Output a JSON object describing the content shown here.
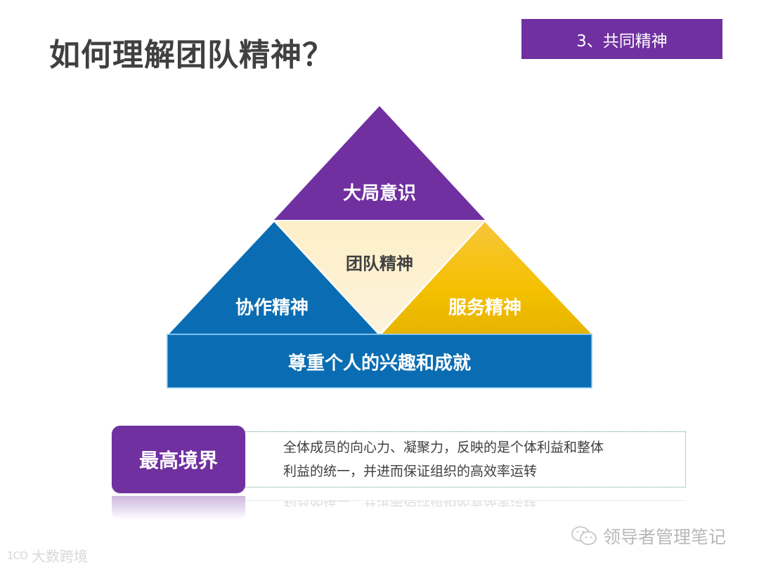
{
  "slide": {
    "title": "如何理解团队精神？",
    "section_badge": "3、共同精神",
    "colors": {
      "purple": "#7030a0",
      "blue": "#0a6eb4",
      "yellow": "#f2bf00",
      "cream": "#fdf0cc",
      "title_text": "#404040"
    }
  },
  "pyramid": {
    "top": "大局意识",
    "center": "团队精神",
    "left": "协作精神",
    "right": "服务精神",
    "base": "尊重个人的兴趣和成就"
  },
  "highest_realm": {
    "label": "最高境界",
    "description_lines": [
      "全体成员的向心力、凝聚力，反映的是个体利益和整体",
      "利益的统一，并进而保证组织的高效率运转"
    ]
  },
  "watermarks": {
    "left_logo": "1CO",
    "left_text": "大数跨境",
    "right_icon": "wechat-icon",
    "right_text": "领导者管理笔记"
  }
}
